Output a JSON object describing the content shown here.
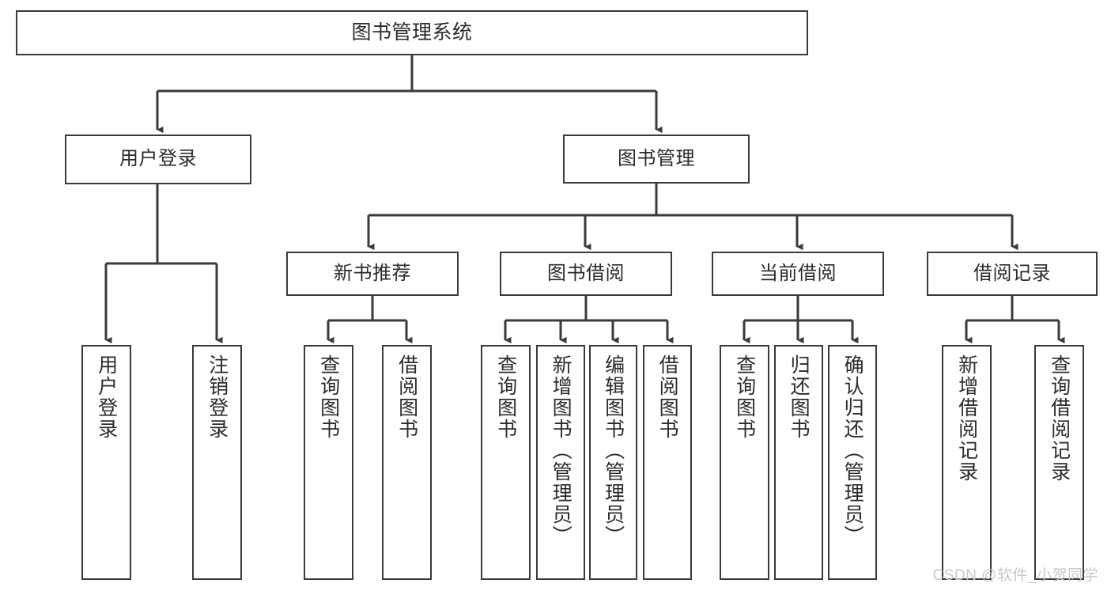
{
  "diagram": {
    "title": "图书管理系统",
    "type": "hierarchy-tree",
    "colors": {
      "stroke": "#3a3a3a",
      "fill": "#ffffff",
      "text": "#2b2b2b",
      "watermark": "#c9c9c9",
      "background": "#ffffff"
    },
    "levels": {
      "root": {
        "label": "图书管理系统"
      },
      "level1": [
        {
          "id": "user-login",
          "label": "用户登录"
        },
        {
          "id": "book-management",
          "label": "图书管理"
        }
      ],
      "level2": [
        {
          "id": "new-book-recommend",
          "label": "新书推荐",
          "parent": "book-management"
        },
        {
          "id": "book-borrow",
          "label": "图书借阅",
          "parent": "book-management"
        },
        {
          "id": "current-borrow",
          "label": "当前借阅",
          "parent": "book-management"
        },
        {
          "id": "borrow-record",
          "label": "借阅记录",
          "parent": "book-management"
        }
      ],
      "leaves": [
        {
          "id": "leaf-user-login",
          "label": "用户登录",
          "parent": "user-login"
        },
        {
          "id": "leaf-logout-login",
          "label": "注销登录",
          "parent": "user-login"
        },
        {
          "id": "leaf-query-book-1",
          "label": "查询图书",
          "parent": "new-book-recommend"
        },
        {
          "id": "leaf-borrow-book-1",
          "label": "借阅图书",
          "parent": "new-book-recommend"
        },
        {
          "id": "leaf-query-book-2",
          "label": "查询图书",
          "parent": "book-borrow"
        },
        {
          "id": "leaf-add-book",
          "label": "新增图书（管理员）",
          "parent": "book-borrow"
        },
        {
          "id": "leaf-edit-book",
          "label": "编辑图书（管理员）",
          "parent": "book-borrow"
        },
        {
          "id": "leaf-borrow-book-2",
          "label": "借阅图书",
          "parent": "book-borrow"
        },
        {
          "id": "leaf-query-book-3",
          "label": "查询图书",
          "parent": "current-borrow"
        },
        {
          "id": "leaf-return-book",
          "label": "归还图书",
          "parent": "current-borrow"
        },
        {
          "id": "leaf-confirm-return",
          "label": "确认归还（管理员）",
          "parent": "current-borrow"
        },
        {
          "id": "leaf-add-record",
          "label": "新增借阅记录",
          "parent": "borrow-record"
        },
        {
          "id": "leaf-query-record",
          "label": "查询借阅记录",
          "parent": "borrow-record"
        }
      ]
    },
    "watermark": "CSDN @软件_小贺同学"
  }
}
